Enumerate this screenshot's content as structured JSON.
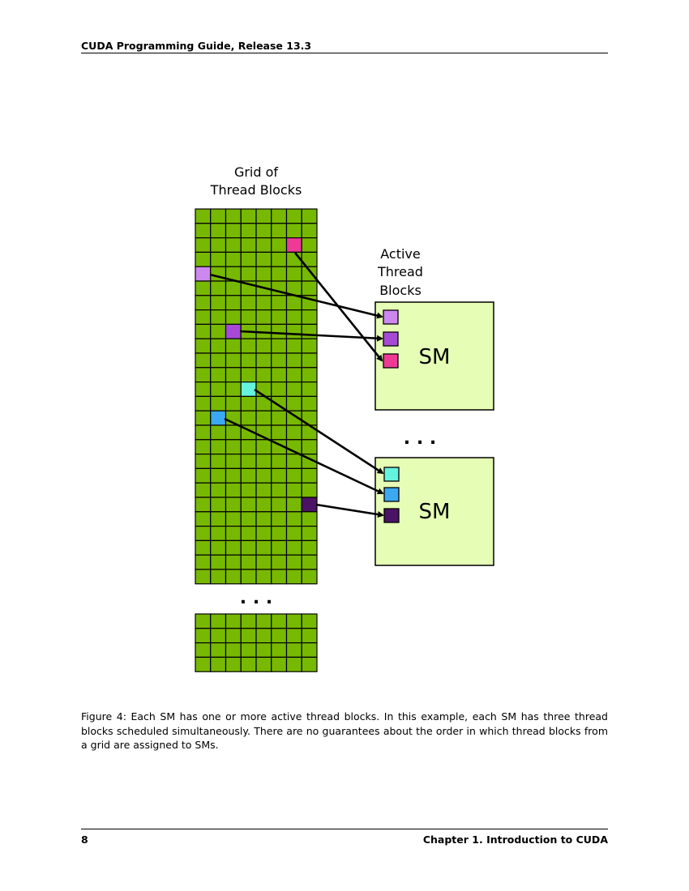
{
  "header": {
    "title": "CUDA Programming Guide, Release 13.3"
  },
  "figure": {
    "grid_title_line1": "Grid of",
    "grid_title_line2": "Thread Blocks",
    "active_line1": "Active",
    "active_line2": "Thread",
    "active_line3": "Blocks",
    "sm_label_top": "SM",
    "sm_label_bottom": "SM",
    "ellipsis_sm": ". . .",
    "ellipsis_grid": ". . .",
    "colors": {
      "grid_fill": "#77b900",
      "sm_fill": "#e6fdb6",
      "lavender": "#cc88ee",
      "purple": "#a64ad6",
      "pink": "#ee3a96",
      "cyan": "#66f2dd",
      "blue": "#3ba8f2",
      "dark_purple": "#4a1366"
    }
  },
  "caption": "Figure 4: Each SM has one or more active thread blocks. In this example, each SM has three thread blocks scheduled simultaneously. There are no guarantees about the order in which thread blocks from a grid are assigned to SMs.",
  "footer": {
    "page_number": "8",
    "chapter": "Chapter 1. Introduction to CUDA"
  }
}
